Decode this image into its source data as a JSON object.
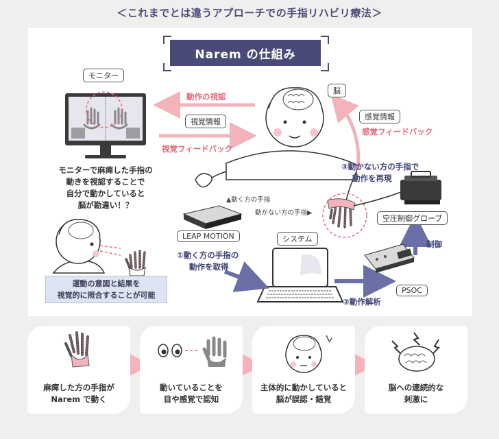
{
  "header": "＜これまでとは違うアプローチでの手指リハビリ療法＞",
  "title": "Narem の仕組み",
  "labels": {
    "monitor": "モニター",
    "brain": "脳",
    "visual_info": "視覚情報",
    "sensory_info": "感覚情報",
    "system": "システム",
    "leap_motion": "LEAP MOTION",
    "glove": "空圧制御グローブ",
    "psoc": "PSOC"
  },
  "arrows": {
    "motion_recognition": "動作の視認",
    "visual_feedback": "視覚フィードバック",
    "sensory_feedback": "感覚フィードバック",
    "control": "制御",
    "move_good_hand": "▲動く方の手指",
    "move_bad_hand": "動かない方の手指▶"
  },
  "steps": {
    "step1_line1": "①動く方の手指の",
    "step1_line2": "動作を取得",
    "step2": "②動作解析",
    "step3_line1": "③動かない方の手指で",
    "step3_line2": "動作を再現"
  },
  "monitor_text": [
    "モニターで麻痺した手指の",
    "動きを視認することで",
    "自分で動かしていると",
    "脳が勘違い！？"
  ],
  "blue_box": [
    "運動の意図と結果を",
    "視覚的に照合することが可能"
  ],
  "flow": [
    {
      "line1": "麻痺した方の手指が",
      "line2": "Narem で動く"
    },
    {
      "line1": "動いていることを",
      "line2": "目や感覚で認知"
    },
    {
      "line1": "主体的に動かしていると",
      "line2": "脳が誤認・錯覚"
    },
    {
      "line1": "脳への連続的な",
      "line2": "刺激に"
    }
  ],
  "colors": {
    "navy": "#4a4a78",
    "pink": "#e26a7a",
    "pink_arrow": "#f2b3bb",
    "arrow_navy": "#6a6fa6",
    "blue_box": "#dfe4f3"
  }
}
